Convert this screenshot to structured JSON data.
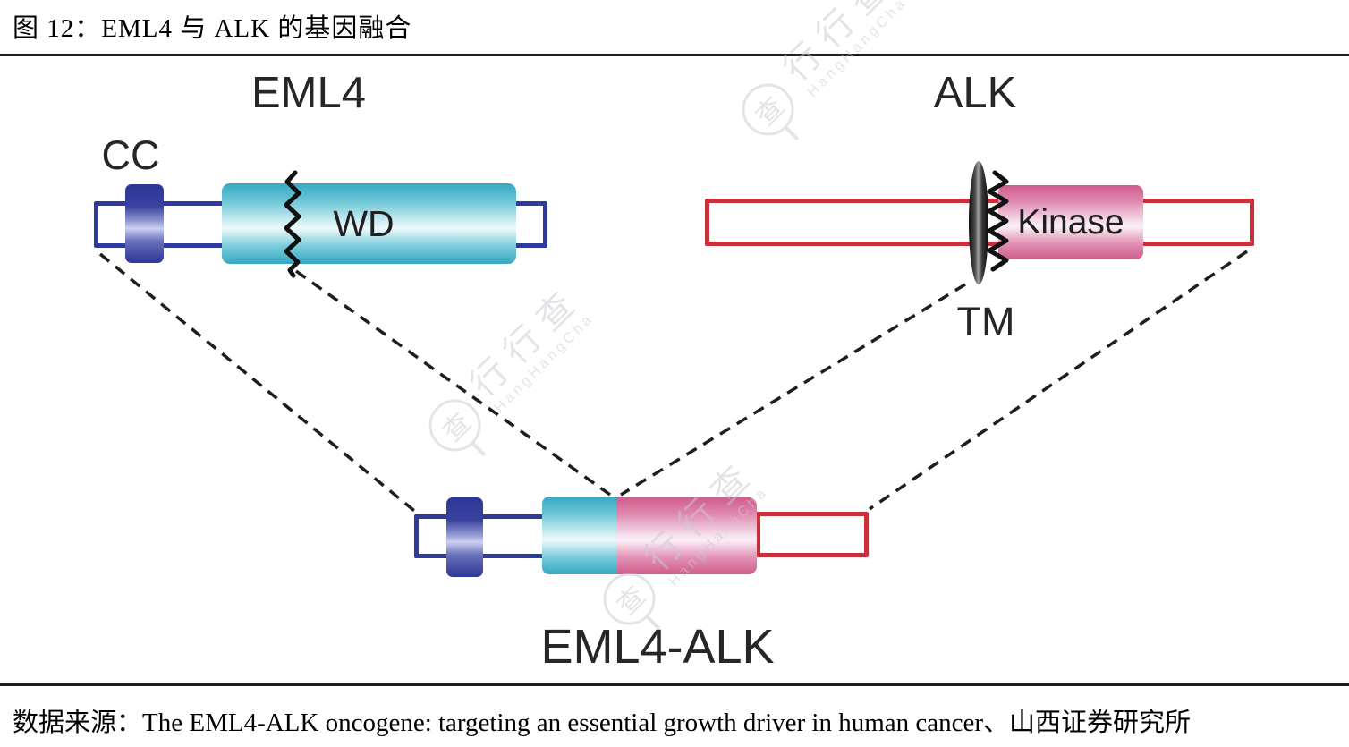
{
  "figure": {
    "title": "图 12：EML4 与 ALK 的基因融合"
  },
  "diagram": {
    "eml4": {
      "title": "EML4",
      "cc_label": "CC",
      "wd_label": "WD"
    },
    "alk": {
      "title": "ALK",
      "kinase_label": "Kinase",
      "tm_label": "TM"
    },
    "fusion": {
      "title": "EML4-ALK"
    }
  },
  "footer": {
    "source_label": "数据来源：",
    "source_text": "The EML4-ALK oncogene: targeting an essential growth driver in human cancer、山西证券研究所"
  },
  "watermark": {
    "brand_zh": "行行查",
    "brand_en": "HangHangCha",
    "icon": "magnifier-cha-logo"
  },
  "colors": {
    "eml4_outline_blue": "#2e3a9c",
    "cc_domain_blue": "#2c3695",
    "wd_cyan": "#36a7c2",
    "alk_outline_red": "#c8303c",
    "kinase_pink": "#cf5c8c",
    "tm_black": "#0a0a0a",
    "connector_dash": "#1e1e1e"
  }
}
